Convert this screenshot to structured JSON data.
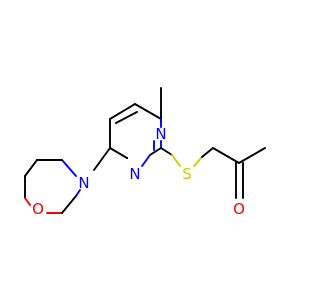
{
  "molecule": {
    "atoms": [
      {
        "id": "N_ring_top",
        "label": "N",
        "color": "#0000ff"
      },
      {
        "id": "N_ring_bottom",
        "label": "N",
        "color": "#0000ff"
      },
      {
        "id": "S_thioether",
        "label": "S",
        "color": "#cccc00"
      },
      {
        "id": "O_carbonyl",
        "label": "O",
        "color": "#ff0000"
      },
      {
        "id": "N_morpholine",
        "label": "N",
        "color": "#0000ff"
      },
      {
        "id": "O_morpholine",
        "label": "O",
        "color": "#ff0000"
      }
    ],
    "colors": {
      "bond": "#000000",
      "nitrogen": "#0000ff",
      "oxygen": "#ff0000",
      "sulfur": "#cccc00",
      "background": "#ffffff"
    }
  }
}
